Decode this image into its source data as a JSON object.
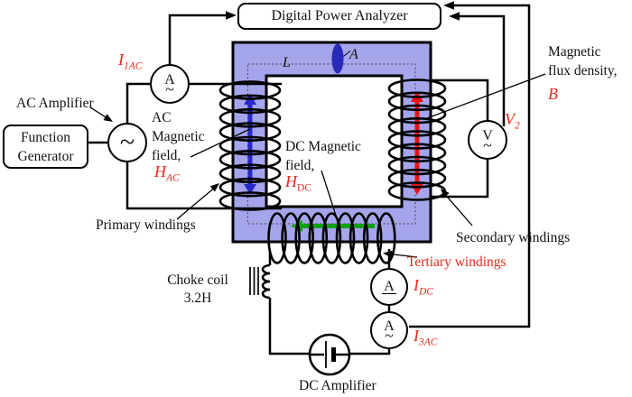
{
  "colors": {
    "core_fill": "#a5a5ec",
    "flux_area_fill": "#2a2ab8",
    "ac_arrow": "#2828cc",
    "b_arrow": "#e81212",
    "h_arrow": "#12a012",
    "red_label": "#e8291c"
  },
  "analyzer_label": "Digital Power Analyzer",
  "generator_label": "Function\nGenerator",
  "ac_amplifier_label": "AC Amplifier",
  "dc_amplifier_label": "DC Amplifier",
  "choke_label": "Choke coil\n3.2H",
  "windings": {
    "primary": "Primary windings",
    "secondary": "Secondary windings",
    "tertiary": "Tertiary windings"
  },
  "core": {
    "path_length_label": "L",
    "area_label": "A"
  },
  "fields": {
    "ac": {
      "caption": "AC\nMagnetic\nfield,",
      "symbol": "H",
      "symbol_sub": "AC"
    },
    "dc": {
      "caption": "DC Magnetic\nfield,",
      "symbol": "H",
      "symbol_sub": "DC"
    },
    "flux": {
      "caption": "Magnetic\nflux density,",
      "symbol": "B"
    }
  },
  "meters": {
    "i1ac": {
      "glyph": "A",
      "mode": "~",
      "label": "I",
      "label_sub": "1AC"
    },
    "v2": {
      "glyph": "V",
      "mode": "~",
      "label": "V",
      "label_sub": "2"
    },
    "idc": {
      "glyph": "A",
      "label": "I",
      "label_sub": "DC"
    },
    "i3ac": {
      "glyph": "A",
      "mode": "~",
      "label": "I",
      "label_sub": "3AC"
    },
    "ac_source": {
      "glyph": "~"
    }
  }
}
